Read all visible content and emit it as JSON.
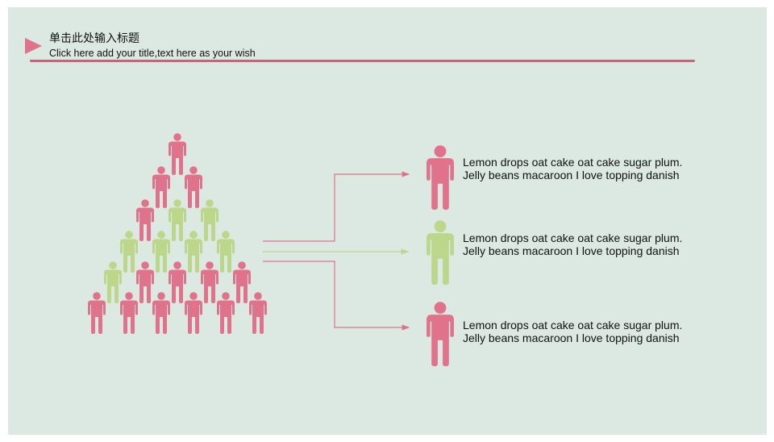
{
  "header": {
    "title": "单击此处输入标题",
    "subtitle": "Click here add your title,text here as your wish"
  },
  "colors": {
    "pink": "#e0728c",
    "green": "#bcd68a",
    "background": "#dce9e3",
    "rule": "#c9627d"
  },
  "pyramid": {
    "rows": [
      [
        "pink"
      ],
      [
        "pink",
        "pink"
      ],
      [
        "pink",
        "green",
        "green"
      ],
      [
        "green",
        "green",
        "green",
        "green"
      ],
      [
        "green",
        "pink",
        "pink",
        "pink",
        "pink"
      ],
      [
        "pink",
        "pink",
        "pink",
        "pink",
        "pink",
        "pink"
      ]
    ]
  },
  "items": [
    {
      "color": "pink",
      "line1": "Lemon drops oat cake oat cake sugar plum.",
      "line2": "Jelly beans macaroon I love topping danish"
    },
    {
      "color": "green",
      "line1": "Lemon drops oat cake oat cake sugar plum.",
      "line2": "Jelly beans macaroon I love topping danish"
    },
    {
      "color": "pink",
      "line1": "Lemon drops oat cake oat cake sugar plum.",
      "line2": "Jelly beans macaroon I love topping danish"
    }
  ]
}
